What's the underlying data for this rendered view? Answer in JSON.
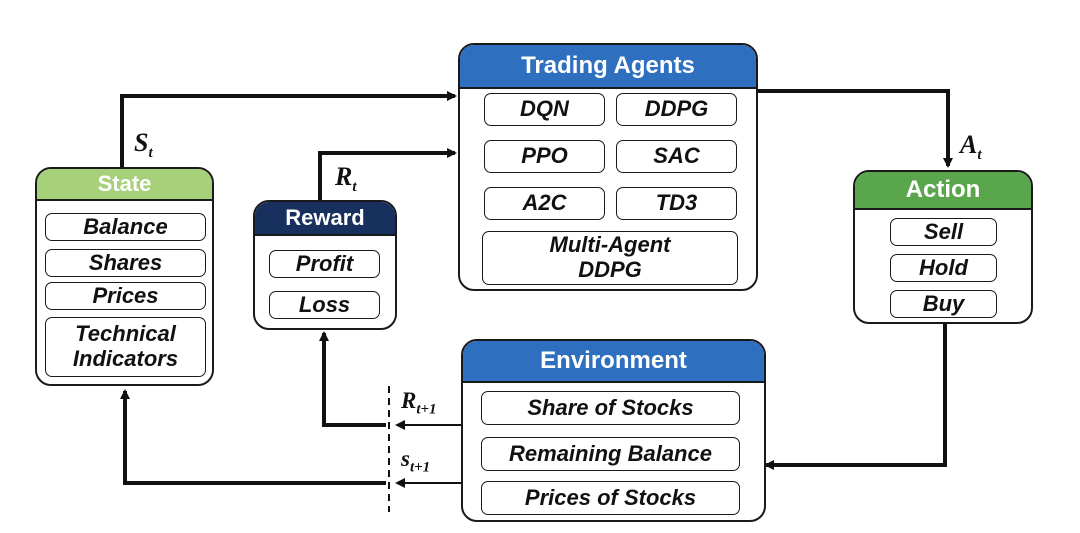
{
  "colors": {
    "blue_header": "#2e6fbf",
    "green_state": "#a6d17a",
    "green_action": "#5aa64c",
    "navy_reward": "#17305e",
    "line": "#111111"
  },
  "trading_agents": {
    "title": "Trading Agents",
    "items": [
      "DQN",
      "DDPG",
      "PPO",
      "SAC",
      "A2C",
      "TD3"
    ],
    "multi_agent_line1": "Multi-Agent",
    "multi_agent_line2": "DDPG"
  },
  "state": {
    "title": "State",
    "items": [
      "Balance",
      "Shares",
      "Prices"
    ],
    "technical_line1": "Technical",
    "technical_line2": "Indicators"
  },
  "reward": {
    "title": "Reward",
    "items": [
      "Profit",
      "Loss"
    ]
  },
  "action": {
    "title": "Action",
    "items": [
      "Sell",
      "Hold",
      "Buy"
    ]
  },
  "environment": {
    "title": "Environment",
    "items": [
      "Share of Stocks",
      "Remaining Balance",
      "Prices of Stocks"
    ]
  },
  "labels": {
    "s_t": {
      "main": "S",
      "sub": "t"
    },
    "r_t": {
      "main": "R",
      "sub": "t"
    },
    "a_t": {
      "main": "A",
      "sub": "t"
    },
    "r_t1": {
      "main": "R",
      "sub": "t+1"
    },
    "s_t1": {
      "main": "s",
      "sub": "t+1"
    }
  }
}
